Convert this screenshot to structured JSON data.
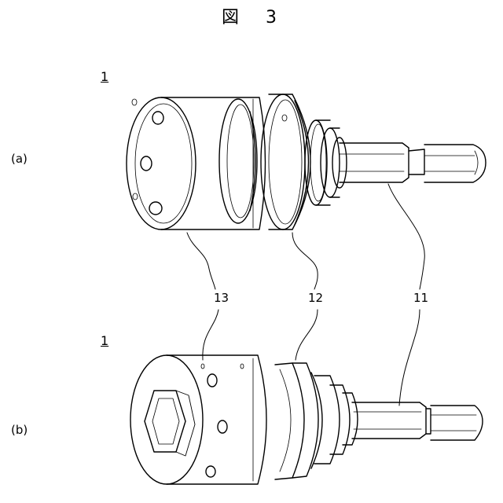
{
  "figure": {
    "title": "図　3",
    "view_a": {
      "ref": "1",
      "label": "(a)"
    },
    "view_b": {
      "ref": "1",
      "label": "(b)"
    },
    "callouts": [
      "13",
      "12",
      "11"
    ]
  }
}
